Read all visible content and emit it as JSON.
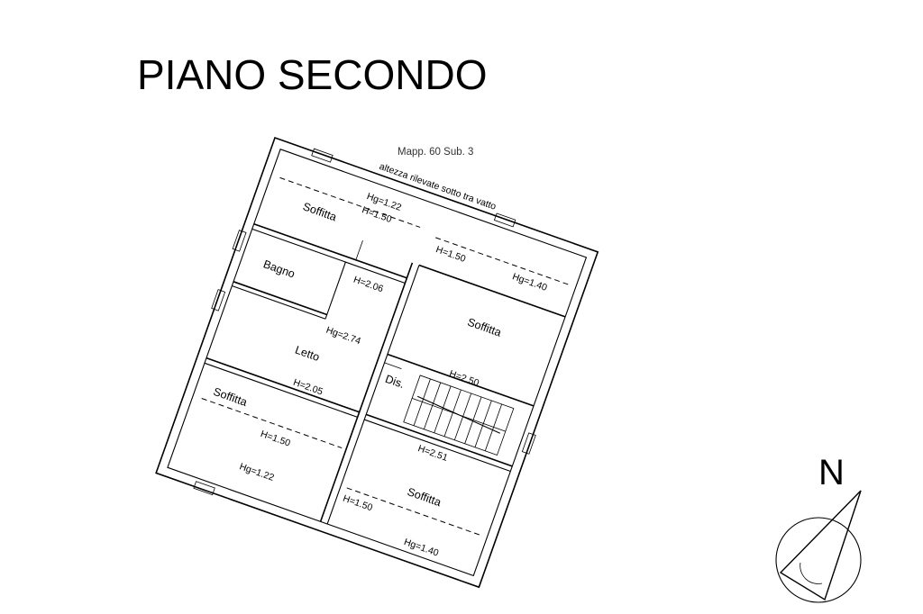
{
  "title": "PIANO SECONDO",
  "reference": "Mapp. 60 Sub. 3",
  "roof_note": "altezza rilevate sotto tra vatto",
  "north_label": "N",
  "rooms": {
    "soffitta_top_left": "Soffitta",
    "bagno": "Bagno",
    "letto": "Letto",
    "soffitta_bottom_left": "Soffitta",
    "soffitta_right_top": "Soffitta",
    "dis": "Dis.",
    "soffitta_right_bottom": "Soffitta"
  },
  "dimensions": {
    "hg_top": "Hg=1.22",
    "h_top": "H=1.50",
    "h_bagno": "H=2.06",
    "hg_letto": "Hg=2.74",
    "h_letto": "H=2.05",
    "h_bottom_left": "H=1.50",
    "hg_bottom_left": "Hg=1.22",
    "h_right_top": "H=1.50",
    "hg_right_top": "Hg=1.40",
    "h_dis": "H=2.50",
    "h_stair": "H=2.51",
    "h_right_bottom": "H=1.50",
    "hg_right_bottom": "Hg=1.40"
  }
}
